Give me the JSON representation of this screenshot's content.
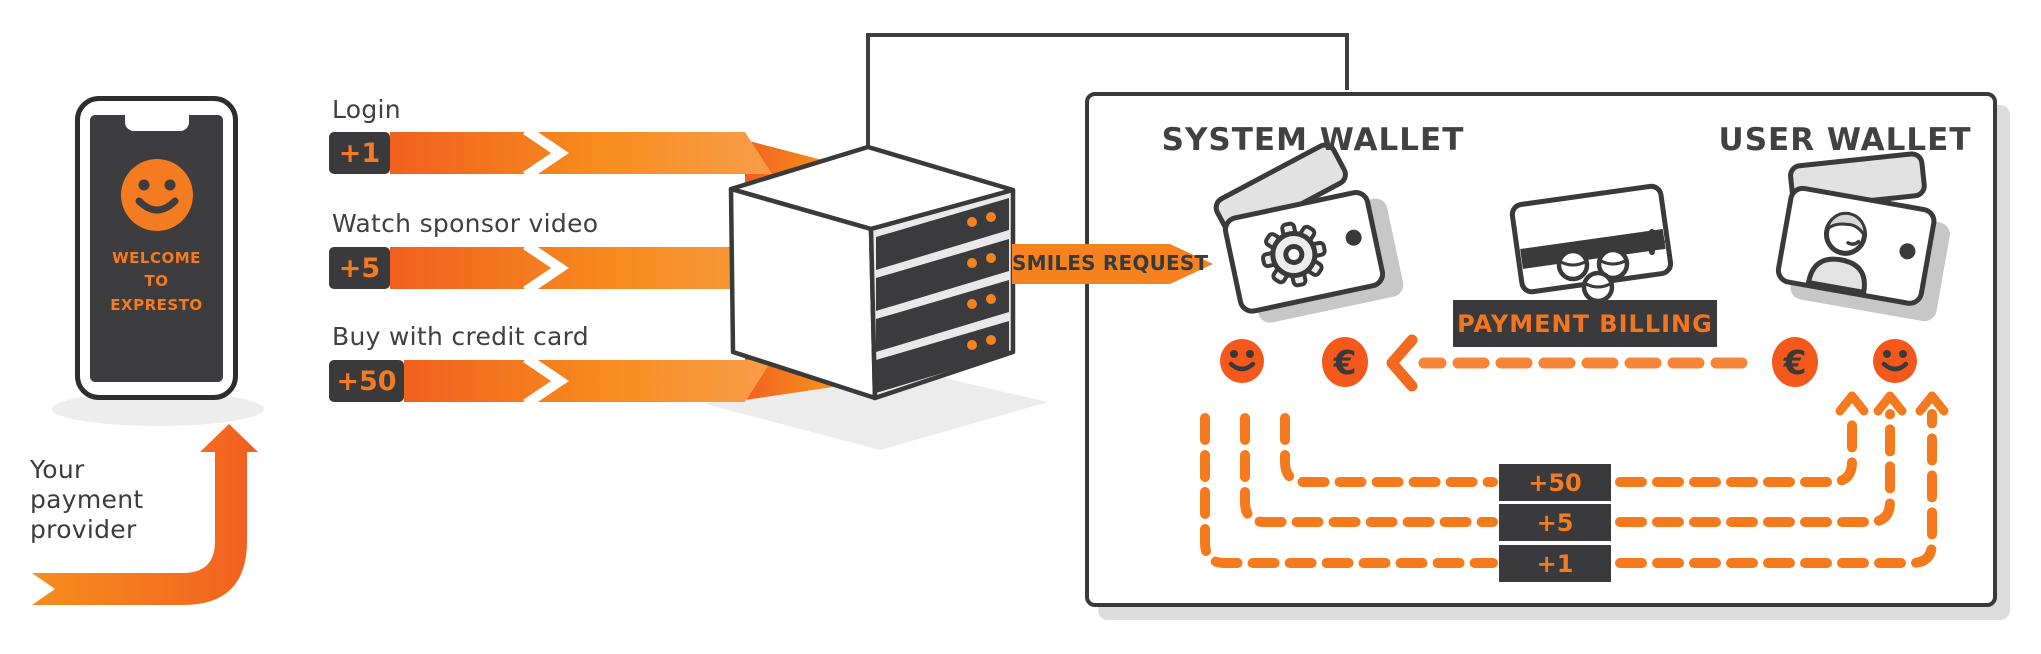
{
  "phone": {
    "welcome": [
      "WELCOME",
      "TO",
      "EXPRESTO"
    ]
  },
  "payment_provider": {
    "lines": [
      "Your",
      "payment",
      "provider"
    ]
  },
  "actions": [
    {
      "label": "Login",
      "credit": "+1"
    },
    {
      "label": "Watch sponsor video",
      "credit": "+5"
    },
    {
      "label": "Buy with credit card",
      "credit": "+50"
    }
  ],
  "smiles_request_label": "SMILES REQUEST",
  "wallet_panel": {
    "system_wallet_title": "SYSTEM WALLET",
    "user_wallet_title": "USER WALLET",
    "payment_billing_label": "PAYMENT BILLING",
    "euro_symbol": "€",
    "credit_flows": [
      "+50",
      "+5",
      "+1"
    ]
  },
  "colors": {
    "orange": "#f47b20",
    "orange_deep": "#f15a24",
    "dark": "#3a3a3c"
  }
}
